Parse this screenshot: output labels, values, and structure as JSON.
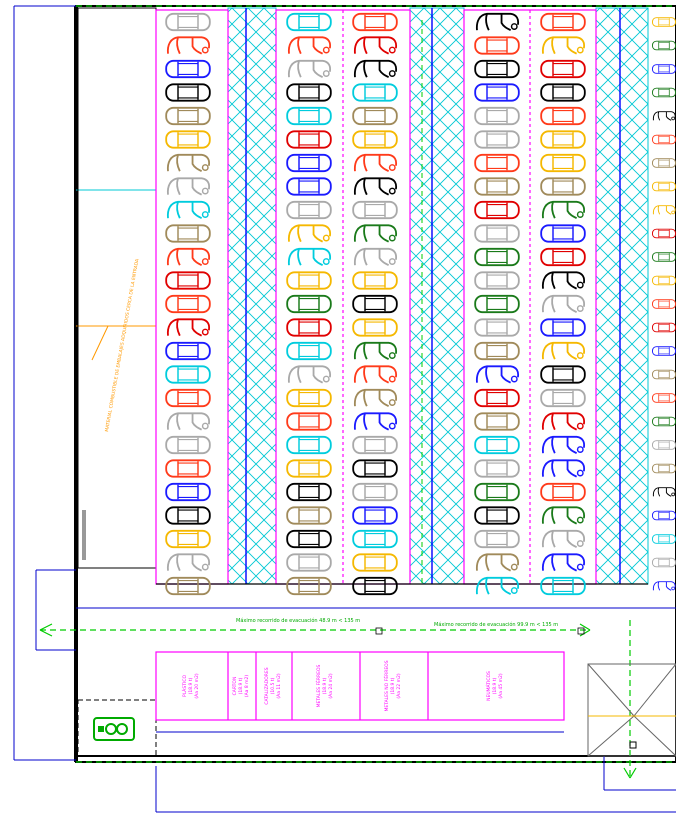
{
  "drawing": {
    "labels": {
      "evac_1": "Máximo recorrido de evacuación 48.9 m < 135 m",
      "evac_2": "Máximo recorrido de evacuación 99.9 m < 135 m",
      "rooms": [
        "PLÁSTICO (18.9 t) (Aa 20 m2)",
        "CARTON (18.9 t) (Aa 8 m2)",
        "CATALIZADORES (10.5 t) (Aa 11 m2)",
        "METALES FÉRREOS (18.9 t) (Aa 24 m2)",
        "METALES NO FÉRREOS (18.9 t) (Aa 22 m2)",
        "NEUMÁTICOS (18.9 t) (Aa 45 m2)"
      ],
      "side_note": "MATERIAL COMBUSTIBLE DE EMBALAJES ADQUIRIDOS CERCA DE LA ENTRADA"
    },
    "car_colors": [
      "#000000",
      "#ff3a1a",
      "#f5b800",
      "#1a1aff",
      "#a9a9a9",
      "#a08a5a",
      "#00ccdd",
      "#1a7a1a",
      "#e00000"
    ],
    "palette": {
      "wall": "#000000",
      "hatch": "#00c8d4",
      "lane": "#ff00ff",
      "evac": "#00cc00",
      "blue_line": "#0000ff",
      "dim": "#0000cc",
      "orange": "#ff9900"
    },
    "icons": [
      "exit-sign-icon"
    ]
  }
}
